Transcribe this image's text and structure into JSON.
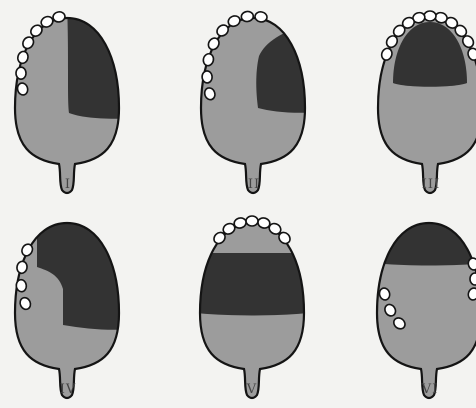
{
  "figure": {
    "panels": [
      {
        "label": "I",
        "defect": "right-half"
      },
      {
        "label": "II",
        "defect": "right-half-partial"
      },
      {
        "label": "III",
        "defect": "anterior-central"
      },
      {
        "label": "IV",
        "defect": "anterior-left-extending-right"
      },
      {
        "label": "V",
        "defect": "middle-transverse-band"
      },
      {
        "label": "VI",
        "defect": "anterior-cap"
      }
    ]
  },
  "colors": {
    "palate": "#9c9c9c",
    "defect": "#333333",
    "teeth_fill": "#ffffff",
    "outline": "#141414"
  }
}
